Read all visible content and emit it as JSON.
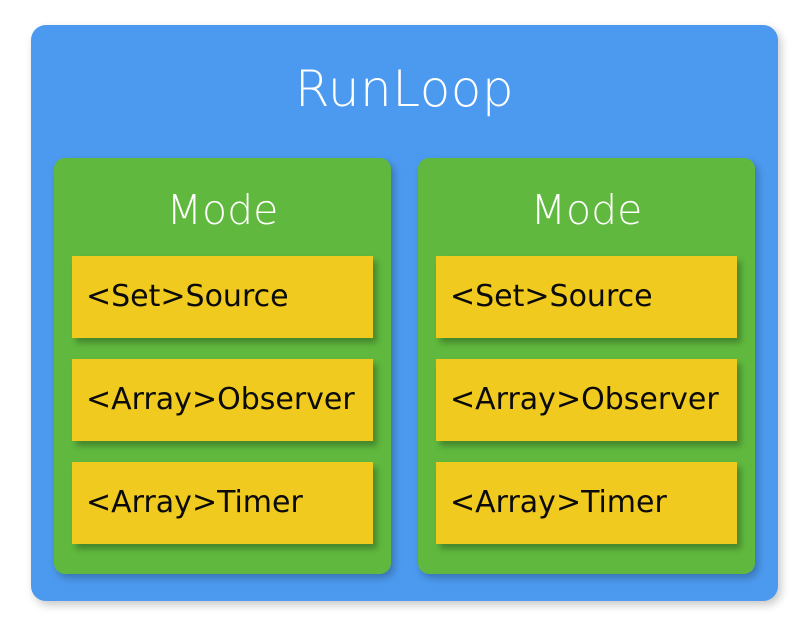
{
  "diagram": {
    "title": "RunLoop",
    "colors": {
      "outer_container": "#4c9aef",
      "mode_card": "#60b93e",
      "slot": "#f0ca1e",
      "title_text": "#ffffff",
      "slot_text": "#0b0b0b",
      "background": "#ffffff"
    },
    "modes": [
      {
        "title": "Mode",
        "slots": [
          {
            "label": "<Set>Source"
          },
          {
            "label": "<Array>Observer"
          },
          {
            "label": "<Array>Timer"
          }
        ]
      },
      {
        "title": "Mode",
        "slots": [
          {
            "label": "<Set>Source"
          },
          {
            "label": "<Array>Observer"
          },
          {
            "label": "<Array>Timer"
          }
        ]
      }
    ]
  }
}
